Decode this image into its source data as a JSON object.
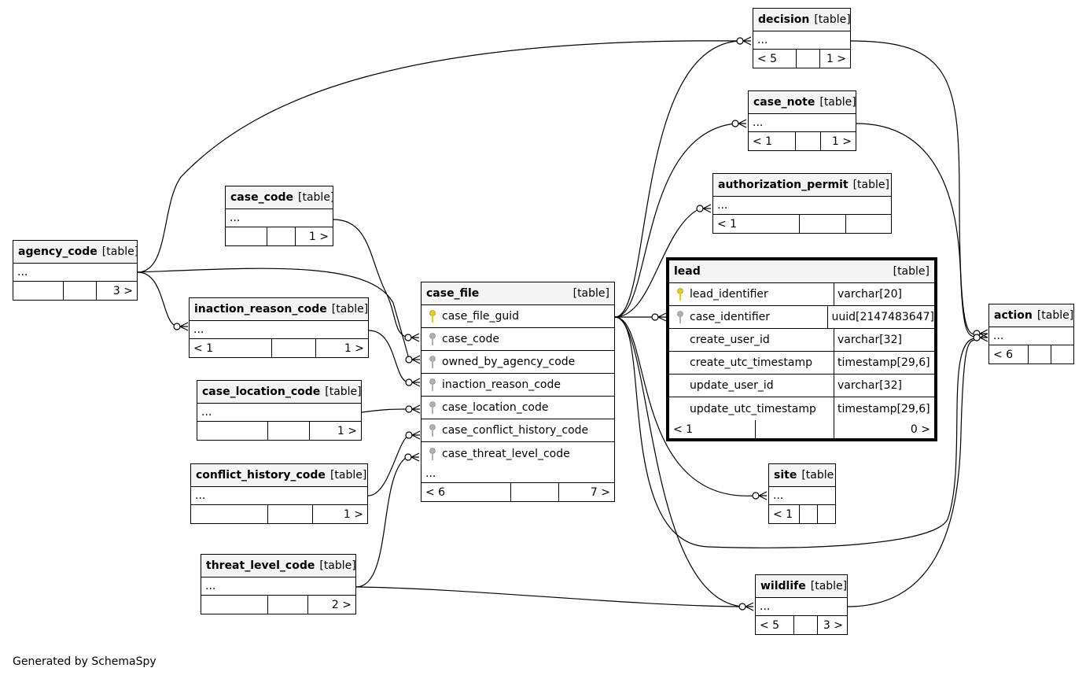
{
  "footer": "Generated by SchemaSpy",
  "type_label": "[table]",
  "tables": {
    "decision": {
      "name": "decision",
      "dots": "...",
      "counts": [
        "< 5",
        "",
        "1 >"
      ]
    },
    "case_note": {
      "name": "case_note",
      "dots": "...",
      "counts": [
        "< 1",
        "",
        "1 >"
      ]
    },
    "authorization_permit": {
      "name": "authorization_permit",
      "dots": "...",
      "counts": [
        "< 1",
        "",
        ""
      ]
    },
    "agency_code": {
      "name": "agency_code",
      "dots": "...",
      "counts": [
        "",
        "",
        "3 >"
      ]
    },
    "case_code": {
      "name": "case_code",
      "dots": "...",
      "counts": [
        "",
        "",
        "1 >"
      ]
    },
    "inaction_reason_code": {
      "name": "inaction_reason_code",
      "dots": "...",
      "counts": [
        "< 1",
        "",
        "1 >"
      ]
    },
    "case_location_code": {
      "name": "case_location_code",
      "dots": "...",
      "counts": [
        "",
        "",
        "1 >"
      ]
    },
    "conflict_history_code": {
      "name": "conflict_history_code",
      "dots": "...",
      "counts": [
        "",
        "",
        "1 >"
      ]
    },
    "threat_level_code": {
      "name": "threat_level_code",
      "dots": "...",
      "counts": [
        "",
        "",
        "2 >"
      ]
    },
    "site": {
      "name": "site",
      "dots": "...",
      "counts": [
        "< 1",
        "",
        ""
      ]
    },
    "wildlife": {
      "name": "wildlife",
      "dots": "...",
      "counts": [
        "< 5",
        "",
        "3 >"
      ]
    },
    "action": {
      "name": "action",
      "dots": "...",
      "counts": [
        "< 6",
        "",
        ""
      ]
    },
    "case_file": {
      "name": "case_file",
      "columns": [
        {
          "name": "case_file_guid",
          "key": "primary"
        },
        {
          "name": "case_code",
          "key": "foreign"
        },
        {
          "name": "owned_by_agency_code",
          "key": "foreign"
        },
        {
          "name": "inaction_reason_code",
          "key": "foreign"
        },
        {
          "name": "case_location_code",
          "key": "foreign"
        },
        {
          "name": "case_conflict_history_code",
          "key": "foreign"
        },
        {
          "name": "case_threat_level_code",
          "key": "foreign"
        }
      ],
      "dots": "...",
      "counts": [
        "< 6",
        "",
        "7 >"
      ]
    },
    "lead": {
      "name": "lead",
      "columns": [
        {
          "name": "lead_identifier",
          "type": "varchar[20]",
          "key": "primary"
        },
        {
          "name": "case_identifier",
          "type": "uuid[2147483647]",
          "key": "foreign"
        },
        {
          "name": "create_user_id",
          "type": "varchar[32]",
          "key": "none"
        },
        {
          "name": "create_utc_timestamp",
          "type": "timestamp[29,6]",
          "key": "none"
        },
        {
          "name": "update_user_id",
          "type": "varchar[32]",
          "key": "none"
        },
        {
          "name": "update_utc_timestamp",
          "type": "timestamp[29,6]",
          "key": "none"
        }
      ],
      "counts": [
        "< 1",
        "",
        "0 >"
      ]
    }
  },
  "colors": {
    "primary_key": "#e8d000",
    "foreign_key": "#b0b0b0",
    "line": "#000000",
    "header_bg": "#f4f4f4"
  }
}
